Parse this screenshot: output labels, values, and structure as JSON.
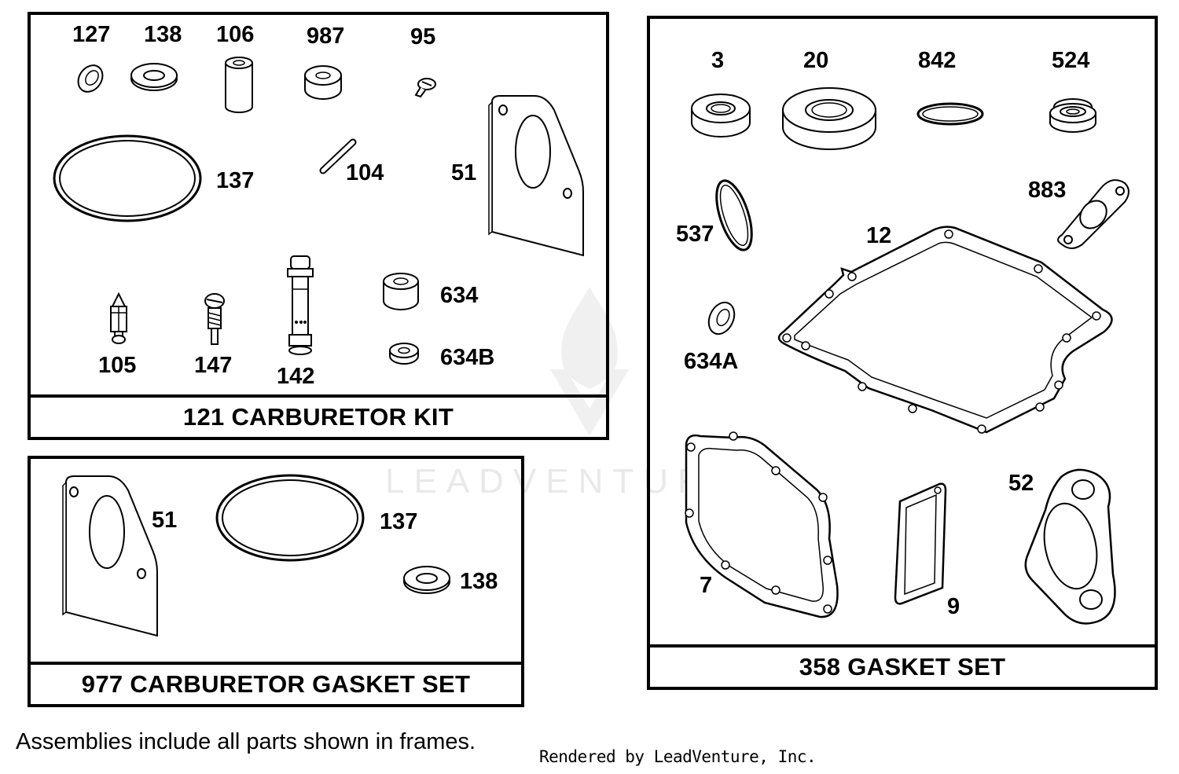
{
  "kits": {
    "carburetor_kit": {
      "title": "121 CARBURETOR KIT",
      "parts": [
        "127",
        "138",
        "106",
        "987",
        "95",
        "137",
        "104",
        "51",
        "634",
        "105",
        "147",
        "142",
        "634B"
      ]
    },
    "gasket_set_977": {
      "title": "977 CARBURETOR GASKET SET",
      "parts": [
        "51",
        "137",
        "138"
      ]
    },
    "gasket_set_358": {
      "title": "358 GASKET SET",
      "parts": [
        "3",
        "20",
        "842",
        "524",
        "537",
        "12",
        "883",
        "634A",
        "7",
        "9",
        "52"
      ]
    }
  },
  "note": "Assemblies include all parts shown in frames.",
  "credit": "Rendered by LeadVenture, Inc.",
  "watermark": "LEADVENTURE"
}
